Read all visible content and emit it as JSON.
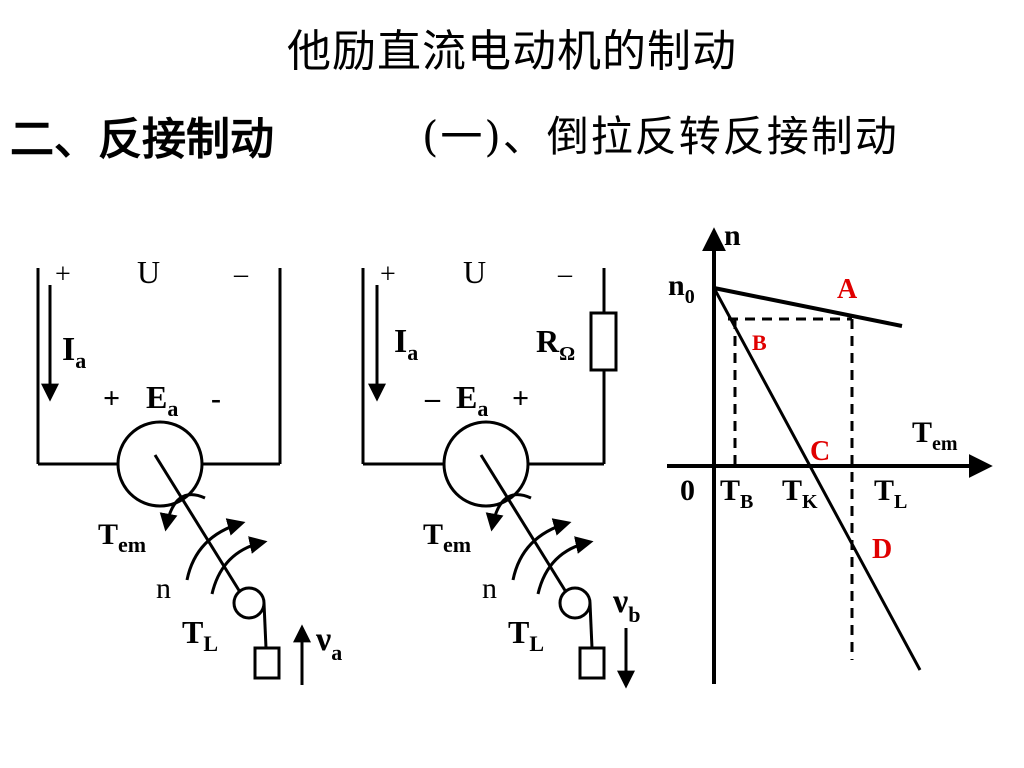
{
  "header": {
    "title": "他励直流电动机的制动",
    "section": "二、反接制动",
    "subsection": "(一)、倒拉反转反接制动"
  },
  "diagram_a": {
    "supply_plus": "+",
    "supply_label": "U",
    "supply_minus": "–",
    "current": "I",
    "current_sub": "a",
    "emf_left_sign": "+",
    "emf": "E",
    "emf_sub": "a",
    "emf_right_sign": "-",
    "torque": "T",
    "torque_sub": "em",
    "speed": "n",
    "load": "T",
    "load_sub": "L",
    "velocity": "ν",
    "velocity_sub": "a"
  },
  "diagram_b": {
    "supply_plus": "+",
    "supply_label": "U",
    "supply_minus": "–",
    "current": "I",
    "current_sub": "a",
    "resistor": "R",
    "resistor_sub": "Ω",
    "emf_left_sign": "–",
    "emf": "E",
    "emf_sub": "a",
    "emf_right_sign": "+",
    "torque": "T",
    "torque_sub": "em",
    "speed": "n",
    "load": "T",
    "load_sub": "L",
    "velocity": "ν",
    "velocity_sub": "b"
  },
  "graph": {
    "y_axis": "n",
    "n0": "n",
    "n0_sub": "0",
    "x_axis": "T",
    "x_axis_sub": "em",
    "origin": "0",
    "tb": "T",
    "tb_sub": "B",
    "tk": "T",
    "tk_sub": "K",
    "tl": "T",
    "tl_sub": "L",
    "point_a": "A",
    "point_b": "B",
    "point_c": "C",
    "point_d": "D",
    "point_color": "#e00000"
  }
}
